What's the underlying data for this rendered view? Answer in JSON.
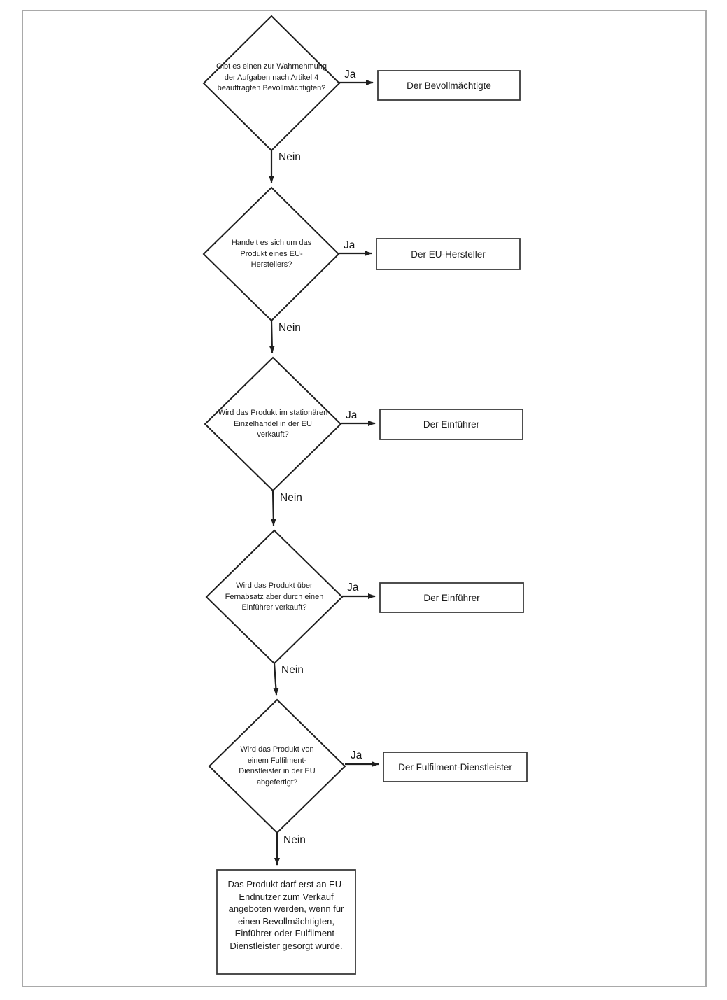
{
  "page": {
    "background_color": "#ffffff",
    "border_color": "#a9a9a9",
    "line_color": "#1f1f1f"
  },
  "flowchart": {
    "steps": [
      {
        "question": "Gibt es einen zur Wahrnehmung der Aufgaben nach Artikel 4 beauftragten Bevollmächtigten?",
        "yes_label": "Ja",
        "no_label": "Nein",
        "result": "Der Bevollmächtigte"
      },
      {
        "question": "Handelt es sich um das Produkt eines EU-Herstellers?",
        "yes_label": "Ja",
        "no_label": "Nein",
        "result": "Der EU-Hersteller"
      },
      {
        "question": "Wird das Produkt im stationären Einzelhandel in der EU verkauft?",
        "yes_label": "Ja",
        "no_label": "Nein",
        "result": "Der Einführer"
      },
      {
        "question": "Wird das Produkt über Fernabsatz aber durch einen Einführer verkauft?",
        "yes_label": "Ja",
        "no_label": "Nein",
        "result": "Der Einführer"
      },
      {
        "question": "Wird das Produkt von einem Fulfilment-Dienstleister in der EU abgefertigt?",
        "yes_label": "Ja",
        "no_label": "Nein",
        "result": "Der Fulfilment-Dienstleister"
      }
    ],
    "final": "Das Produkt darf erst an EU-Endnutzer zum Verkauf angeboten werden, wenn für einen Bevollmächtigten, Einführer oder Fulfilment-Dienstleister gesorgt wurde."
  }
}
